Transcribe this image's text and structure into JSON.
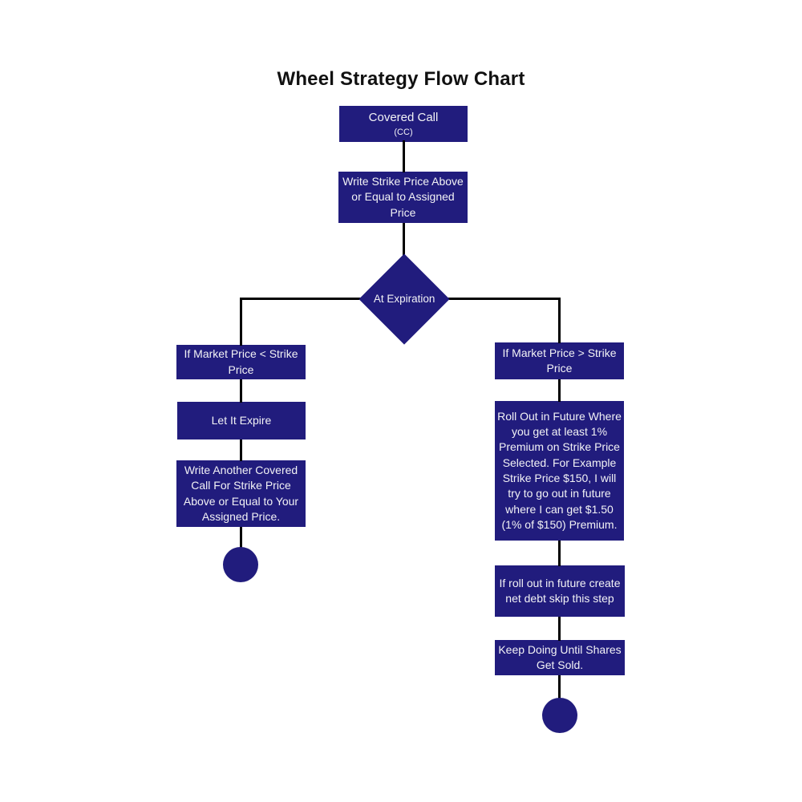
{
  "title": "Wheel Strategy Flow Chart",
  "colors": {
    "node_fill": "#211c7d",
    "node_text": "#f2f2f5",
    "connector": "#000000",
    "background": "#ffffff",
    "title_text": "#111111"
  },
  "chart_data": {
    "type": "flowchart",
    "title": "Wheel Strategy Flow Chart",
    "nodes": [
      {
        "id": "covered-call",
        "shape": "rect",
        "label": "Covered Call (CC)"
      },
      {
        "id": "write-strike",
        "shape": "rect",
        "label": "Write Strike Price Above or Equal to Assigned Price"
      },
      {
        "id": "at-expiration",
        "shape": "diamond",
        "label": "At Expiration"
      },
      {
        "id": "market-below",
        "shape": "rect",
        "label": "If Market Price < Strike Price"
      },
      {
        "id": "let-expire",
        "shape": "rect",
        "label": "Let It Expire"
      },
      {
        "id": "write-another",
        "shape": "rect",
        "label": "Write Another Covered Call For Strike Price Above or Equal to Your Assigned Price."
      },
      {
        "id": "end-left",
        "shape": "circle",
        "label": ""
      },
      {
        "id": "market-above",
        "shape": "rect",
        "label": "If Market Price > Strike Price"
      },
      {
        "id": "roll-out",
        "shape": "rect",
        "label": "Roll Out in Future Where you get at least 1% Premium on Strike Price Selected. For Example Strike Price $150, I will try to go out in future where I can get $1.50 (1% of $150) Premium."
      },
      {
        "id": "net-debt",
        "shape": "rect",
        "label": "If roll out in future create net debt skip this step"
      },
      {
        "id": "keep-doing",
        "shape": "rect",
        "label": "Keep Doing Until Shares Get Sold."
      },
      {
        "id": "end-right",
        "shape": "circle",
        "label": ""
      }
    ],
    "edges": [
      [
        "covered-call",
        "write-strike"
      ],
      [
        "write-strike",
        "at-expiration"
      ],
      [
        "at-expiration",
        "market-below"
      ],
      [
        "market-below",
        "let-expire"
      ],
      [
        "let-expire",
        "write-another"
      ],
      [
        "write-another",
        "end-left"
      ],
      [
        "at-expiration",
        "market-above"
      ],
      [
        "market-above",
        "roll-out"
      ],
      [
        "roll-out",
        "net-debt"
      ],
      [
        "net-debt",
        "keep-doing"
      ],
      [
        "keep-doing",
        "end-right"
      ]
    ]
  },
  "nodes": {
    "covered_call": {
      "label": "Covered Call",
      "sublabel": "(CC)"
    },
    "write_strike": {
      "label": "Write Strike Price Above or Equal to Assigned Price"
    },
    "at_expiration": {
      "label": "At Expiration"
    },
    "left": {
      "condition": {
        "label": "If Market Price < Strike Price"
      },
      "let_expire": {
        "label": "Let It Expire"
      },
      "write_another": {
        "label": "Write Another Covered Call For Strike Price Above or Equal to Your Assigned Price."
      }
    },
    "right": {
      "condition": {
        "label": "If Market Price > Strike Price"
      },
      "roll_out": {
        "label": "Roll Out in Future Where you get at least 1% Premium on Strike Price Selected. For Example Strike Price $150, I will try to go out in future where I can get $1.50 (1% of $150) Premium."
      },
      "net_debt": {
        "label": "If roll out in future create net debt skip this step"
      },
      "keep_doing": {
        "label": "Keep Doing Until Shares Get Sold."
      }
    }
  }
}
